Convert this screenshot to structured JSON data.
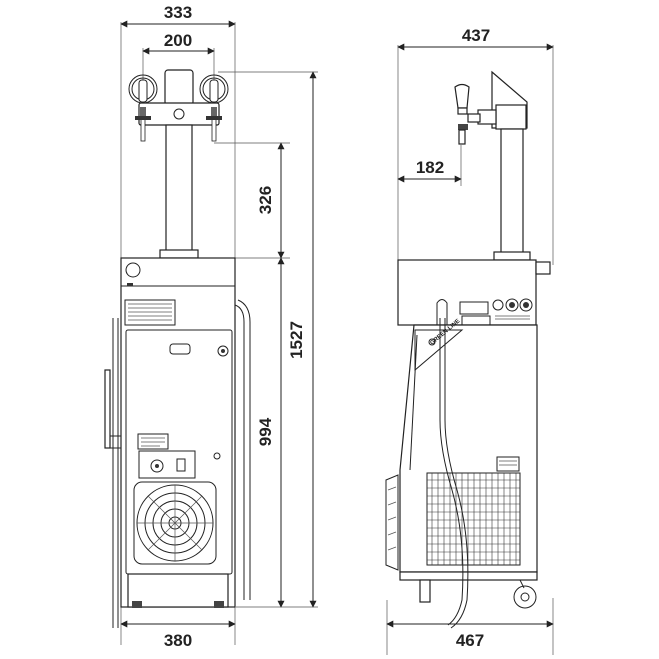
{
  "drawing": {
    "front_view": {
      "dimensions": {
        "top_width": "333",
        "tap_spacing": "200",
        "tower_height": "326",
        "total_height": "1527",
        "cabinet_height": "994",
        "base_width": "380"
      }
    },
    "side_view": {
      "dimensions": {
        "top_width": "437",
        "tap_offset": "182",
        "base_width": "467"
      },
      "brand_label": "GREEN LINE"
    },
    "colors": {
      "line": "#222222",
      "background": "#ffffff"
    }
  }
}
